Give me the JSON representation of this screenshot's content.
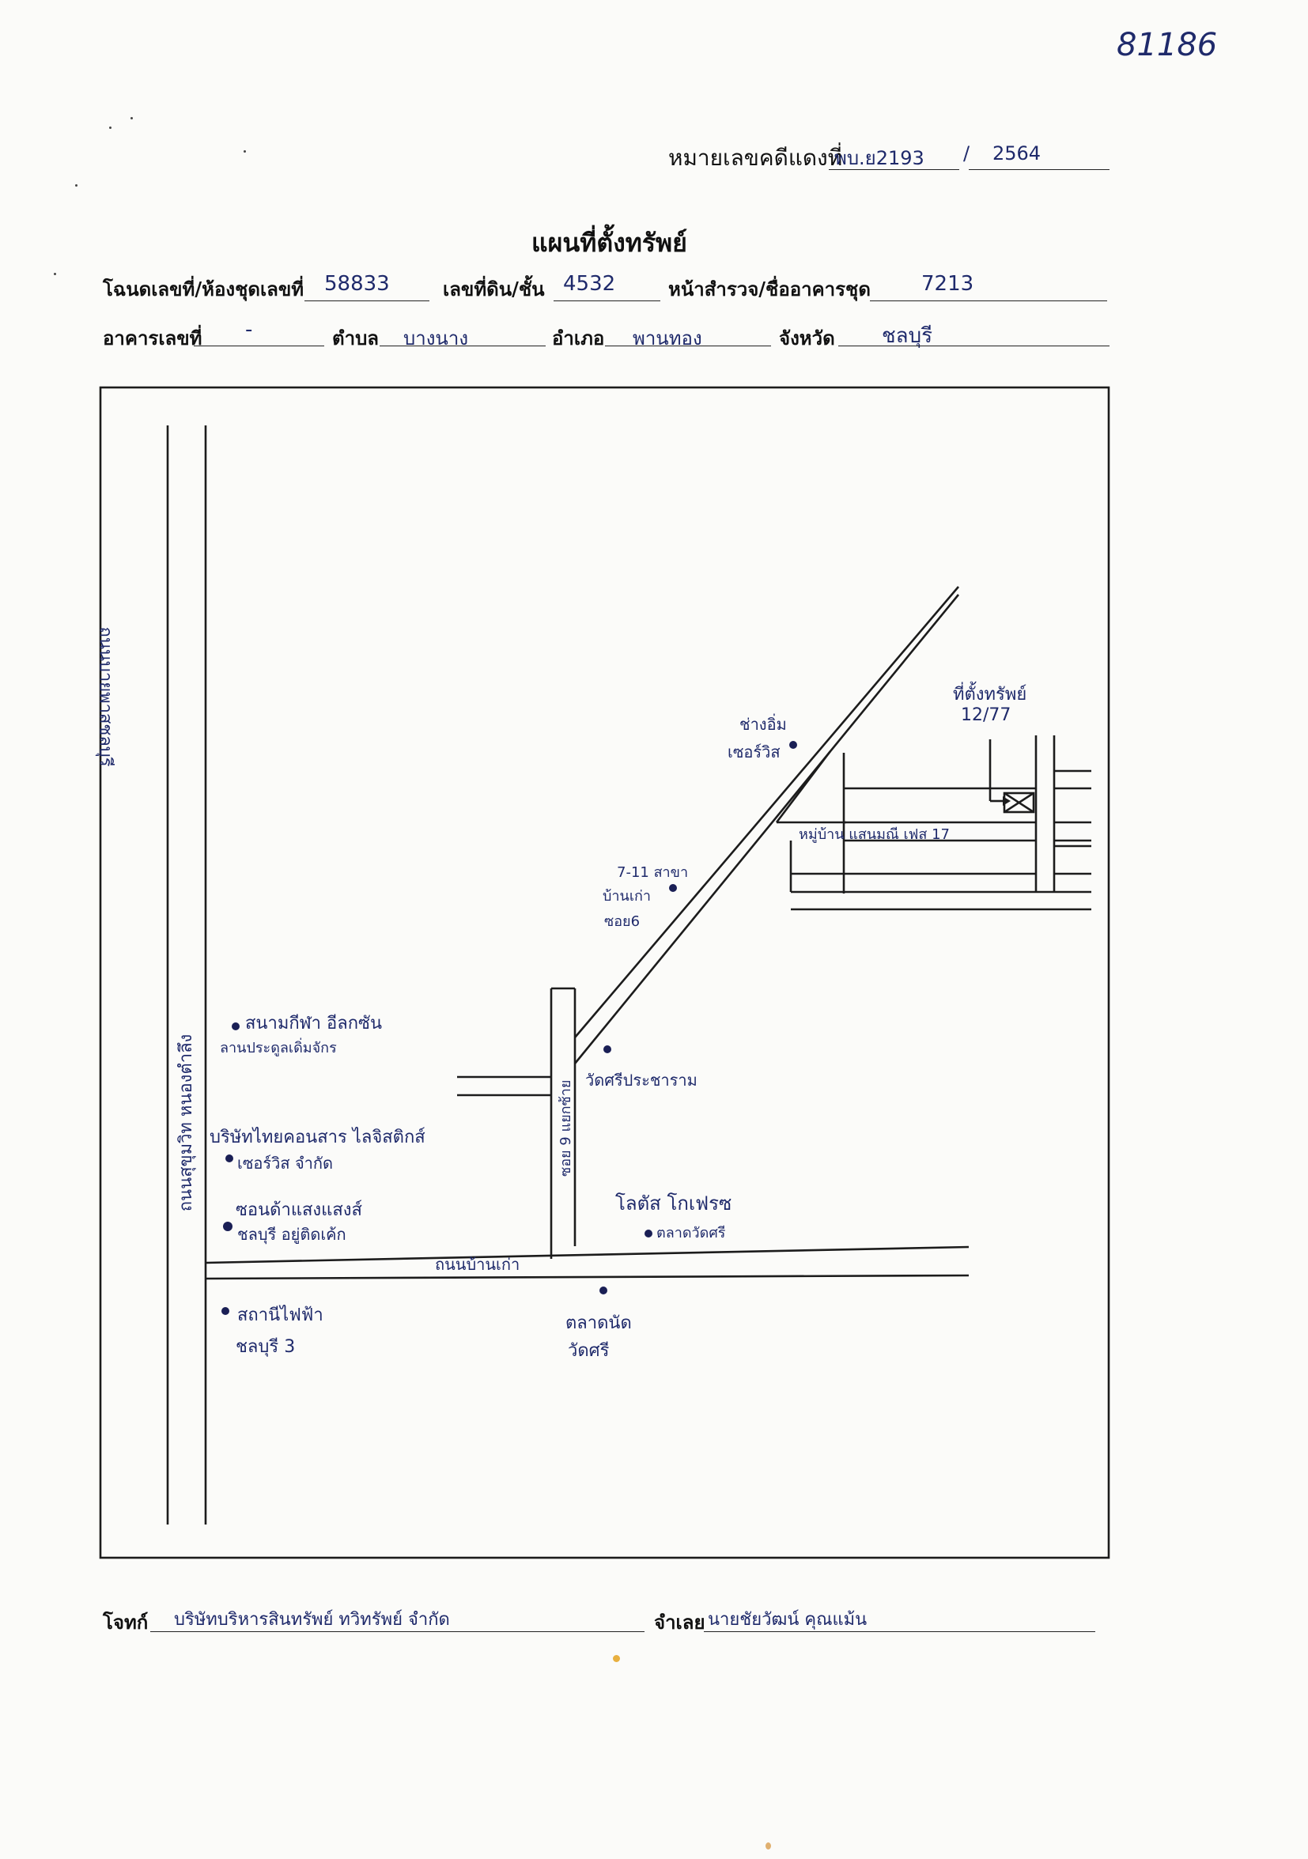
{
  "file_number": "81186",
  "header": {
    "red_case_label": "หมายเลขคดีแดงที่",
    "red_case_number": "พบ.ย2193",
    "red_case_separator": "/",
    "red_case_year": "2564"
  },
  "title": "แผนที่ตั้งทรัพย์",
  "deed_row": {
    "deed_label": "โฉนดเลขที่/ห้องชุดเลขที่",
    "deed_value": "58833",
    "land_no_label": "เลขที่ดิน/ชั้น",
    "land_no_value": "4532",
    "survey_label": "หน้าสำรวจ/ชื่ออาคารชุด",
    "survey_value": "7213"
  },
  "address_row": {
    "building_label": "อาคารเลขที่",
    "building_value": "-",
    "subdistrict_label": "ตำบล",
    "subdistrict_value": "บางนาง",
    "district_label": "อำเภอ",
    "district_value": "พานทอง",
    "province_label": "จังหวัด",
    "province_value": "ชลบุรี"
  },
  "map": {
    "road_left_top": "ถนนบายพาสชลบุรี",
    "road_left_bottom": "ถนนสุขุมวิท หนองตำลึง",
    "road_bottom": "ถนนบ้านเก่า",
    "soi_vertical": "ซอย 9 แยกซ้าย",
    "property_label_1": "ที่ตั้งทรัพย์",
    "property_label_2": "12/77",
    "village_label": "หมู่บ้าน แสนมณี เฟส 17",
    "landmark_changim_1": "ช่างอิ่ม",
    "landmark_changim_2": "เซอร์วิส",
    "landmark_711_1": "7-11 สาขา",
    "landmark_711_2": "บ้านเก่า",
    "landmark_711_3": "ซอย6",
    "landmark_stadium_1": "สนามกีฬา อีลกซัน",
    "landmark_stadium_2": "ลานประดูลเดิ่มจักร",
    "landmark_temple": "วัดศรีประชาราม",
    "landmark_company_1": "บริษัทไทยคอนสาร ไลจิสติกส์",
    "landmark_company_2": "เซอร์วิส จำกัด",
    "landmark_saensuk_1": "ซอนด้าแสงแสงส์",
    "landmark_saensuk_2": "ชลบุรี อยู่ติดเค้ก",
    "landmark_lotus_1": "โลตัส โกเฟรซ",
    "landmark_lotus_2": "ตลาดวัดศรี",
    "landmark_market_1": "ตลาดนัด",
    "landmark_market_2": "วัดศรี",
    "landmark_power_1": "สถานีไฟฟ้า",
    "landmark_power_2": "ชลบุรี 3"
  },
  "footer": {
    "plaintiff_label": "โจทก์",
    "plaintiff_value": "บริษัทบริหารสินทรัพย์ ทวิทรัพย์ จำกัด",
    "defendant_label": "จำเลย",
    "defendant_value": "นายชัยวัฒน์ คุณแม้น"
  }
}
